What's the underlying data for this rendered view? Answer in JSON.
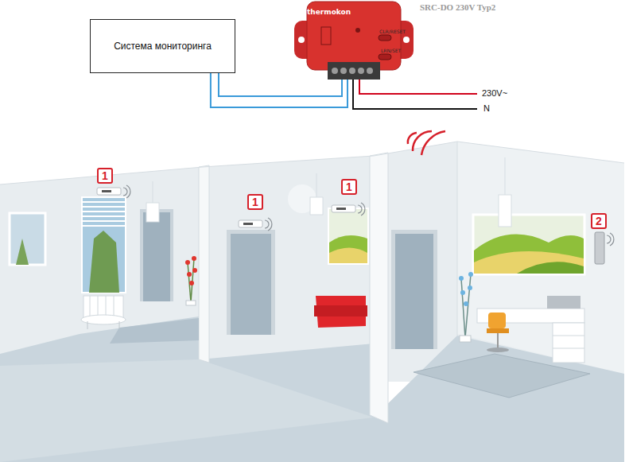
{
  "diagram": {
    "nodes": [
      {
        "text": [
          "Система мониторинга"
        ]
      },
      {
        "text": [
          "SRC-DO 230V Typ2",
          "thermokon"
        ]
      }
    ],
    "edges": [
      {
        "from": 0,
        "to": 1,
        "arrow": "none"
      },
      {
        "from": 0,
        "to": 1,
        "arrow": "none"
      }
    ],
    "labels": [
      "CLR/RESET",
      "LRN/SET",
      "230V~",
      "N",
      "1",
      "1",
      "1",
      "2"
    ]
  }
}
